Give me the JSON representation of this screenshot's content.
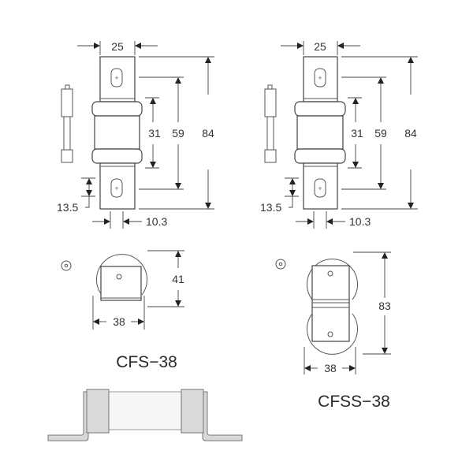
{
  "drawings": {
    "cfs": {
      "side_view": {
        "width_label": "25",
        "body_length_label": "31",
        "hole_spacing_label": "59",
        "overall_length_label": "84",
        "hole_offset_label": "13.5",
        "hole_width_label": "10.3"
      },
      "end_view": {
        "width_label": "38",
        "height_label": "41"
      },
      "model_name": "CFS−38"
    },
    "cfss": {
      "side_view": {
        "width_label": "25",
        "body_length_label": "31",
        "hole_spacing_label": "59",
        "overall_length_label": "84",
        "hole_offset_label": "13.5",
        "hole_width_label": "10.3"
      },
      "end_view": {
        "width_label": "38",
        "height_label": "83"
      },
      "model_name": "CFSS−38"
    }
  },
  "icons": {
    "hole_symbol": "◎",
    "plus_mark": "+"
  }
}
